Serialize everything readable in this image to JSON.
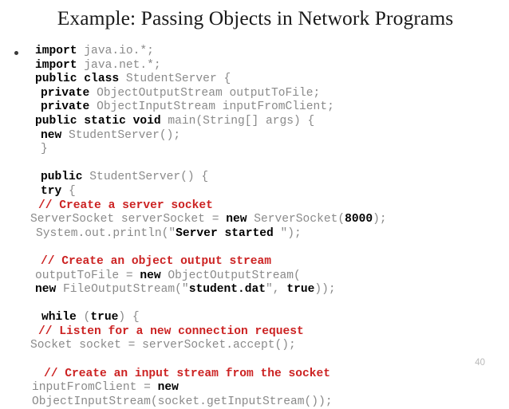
{
  "slide": {
    "title": "Example: Passing Objects in Network Programs",
    "page_number": "40",
    "bullet_glyph": "•",
    "colors": {
      "background": "#ffffff",
      "title": "#1a1a1a",
      "code_default": "#8a8a8a",
      "keyword": "#000000",
      "comment": "#cc2222",
      "page_number": "#b9b9b9"
    }
  },
  "code": {
    "language": "java",
    "lines": [
      {
        "indent": 44,
        "blank": false,
        "tokens": [
          {
            "text": "import",
            "type": "kw"
          },
          {
            "text": " java.io.*;",
            "type": "pl"
          }
        ]
      },
      {
        "indent": 44,
        "blank": false,
        "tokens": [
          {
            "text": "import",
            "type": "kw"
          },
          {
            "text": " java.net.*;",
            "type": "pl"
          }
        ]
      },
      {
        "indent": 44,
        "blank": false,
        "tokens": [
          {
            "text": "public class",
            "type": "kw"
          },
          {
            "text": " StudentServer {",
            "type": "pl"
          }
        ]
      },
      {
        "indent": 51,
        "blank": false,
        "tokens": [
          {
            "text": "private",
            "type": "kw"
          },
          {
            "text": " ObjectOutputStream outputToFile;",
            "type": "pl"
          }
        ]
      },
      {
        "indent": 51,
        "blank": false,
        "tokens": [
          {
            "text": "private",
            "type": "kw"
          },
          {
            "text": " ObjectInputStream inputFromClient;",
            "type": "pl"
          }
        ]
      },
      {
        "indent": 44,
        "blank": false,
        "tokens": [
          {
            "text": "public static void",
            "type": "kw"
          },
          {
            "text": " main(String[] args) {",
            "type": "pl"
          }
        ]
      },
      {
        "indent": 51,
        "blank": false,
        "tokens": [
          {
            "text": "new",
            "type": "kw"
          },
          {
            "text": " StudentServer();",
            "type": "pl"
          }
        ]
      },
      {
        "indent": 51,
        "blank": false,
        "tokens": [
          {
            "text": "}",
            "type": "pl"
          }
        ]
      },
      {
        "indent": 44,
        "blank": true,
        "tokens": []
      },
      {
        "indent": 51,
        "blank": false,
        "tokens": [
          {
            "text": "public",
            "type": "kw"
          },
          {
            "text": " StudentServer() {",
            "type": "pl"
          }
        ]
      },
      {
        "indent": 51,
        "blank": false,
        "tokens": [
          {
            "text": "try",
            "type": "kw"
          },
          {
            "text": " {",
            "type": "pl"
          }
        ]
      },
      {
        "indent": 48,
        "blank": false,
        "tokens": [
          {
            "text": "// Create a server socket",
            "type": "cmt"
          }
        ]
      },
      {
        "indent": 38,
        "blank": false,
        "tokens": [
          {
            "text": "ServerSocket serverSocket = ",
            "type": "pl"
          },
          {
            "text": "new",
            "type": "kw"
          },
          {
            "text": " ServerSocket(",
            "type": "pl"
          },
          {
            "text": "8000",
            "type": "num"
          },
          {
            "text": ");",
            "type": "pl"
          }
        ]
      },
      {
        "indent": 45,
        "blank": false,
        "tokens": [
          {
            "text": "System.out.println(\"",
            "type": "pl"
          },
          {
            "text": "Server started ",
            "type": "str"
          },
          {
            "text": "\");",
            "type": "pl"
          }
        ]
      },
      {
        "indent": 44,
        "blank": true,
        "tokens": []
      },
      {
        "indent": 51,
        "blank": false,
        "tokens": [
          {
            "text": "// Create an object output stream",
            "type": "cmt"
          }
        ]
      },
      {
        "indent": 44,
        "blank": false,
        "tokens": [
          {
            "text": "outputToFile = ",
            "type": "pl"
          },
          {
            "text": "new",
            "type": "kw"
          },
          {
            "text": " ObjectOutputStream(",
            "type": "pl"
          }
        ]
      },
      {
        "indent": 44,
        "blank": false,
        "tokens": [
          {
            "text": "new",
            "type": "kw"
          },
          {
            "text": " FileOutputStream(\"",
            "type": "pl"
          },
          {
            "text": "student.dat",
            "type": "str"
          },
          {
            "text": "\", ",
            "type": "pl"
          },
          {
            "text": "true",
            "type": "kw"
          },
          {
            "text": "));",
            "type": "pl"
          }
        ]
      },
      {
        "indent": 44,
        "blank": true,
        "tokens": []
      },
      {
        "indent": 52,
        "blank": false,
        "tokens": [
          {
            "text": "while",
            "type": "kw"
          },
          {
            "text": " (",
            "type": "pl"
          },
          {
            "text": "true",
            "type": "kw"
          },
          {
            "text": ") {",
            "type": "pl"
          }
        ]
      },
      {
        "indent": 48,
        "blank": false,
        "tokens": [
          {
            "text": "// Listen for a new connection request",
            "type": "cmt"
          }
        ]
      },
      {
        "indent": 38,
        "blank": false,
        "tokens": [
          {
            "text": "Socket socket = serverSocket.accept();",
            "type": "pl"
          }
        ]
      },
      {
        "indent": 44,
        "blank": true,
        "tokens": []
      },
      {
        "indent": 55,
        "blank": false,
        "tokens": [
          {
            "text": "// Create an input stream from the socket",
            "type": "cmt"
          }
        ]
      },
      {
        "indent": 40,
        "blank": false,
        "tokens": [
          {
            "text": "inputFromClient = ",
            "type": "pl"
          },
          {
            "text": "new",
            "type": "kw"
          }
        ]
      },
      {
        "indent": 40,
        "blank": false,
        "tokens": [
          {
            "text": "ObjectInputStream(socket.getInputStream());",
            "type": "pl"
          }
        ]
      }
    ]
  }
}
